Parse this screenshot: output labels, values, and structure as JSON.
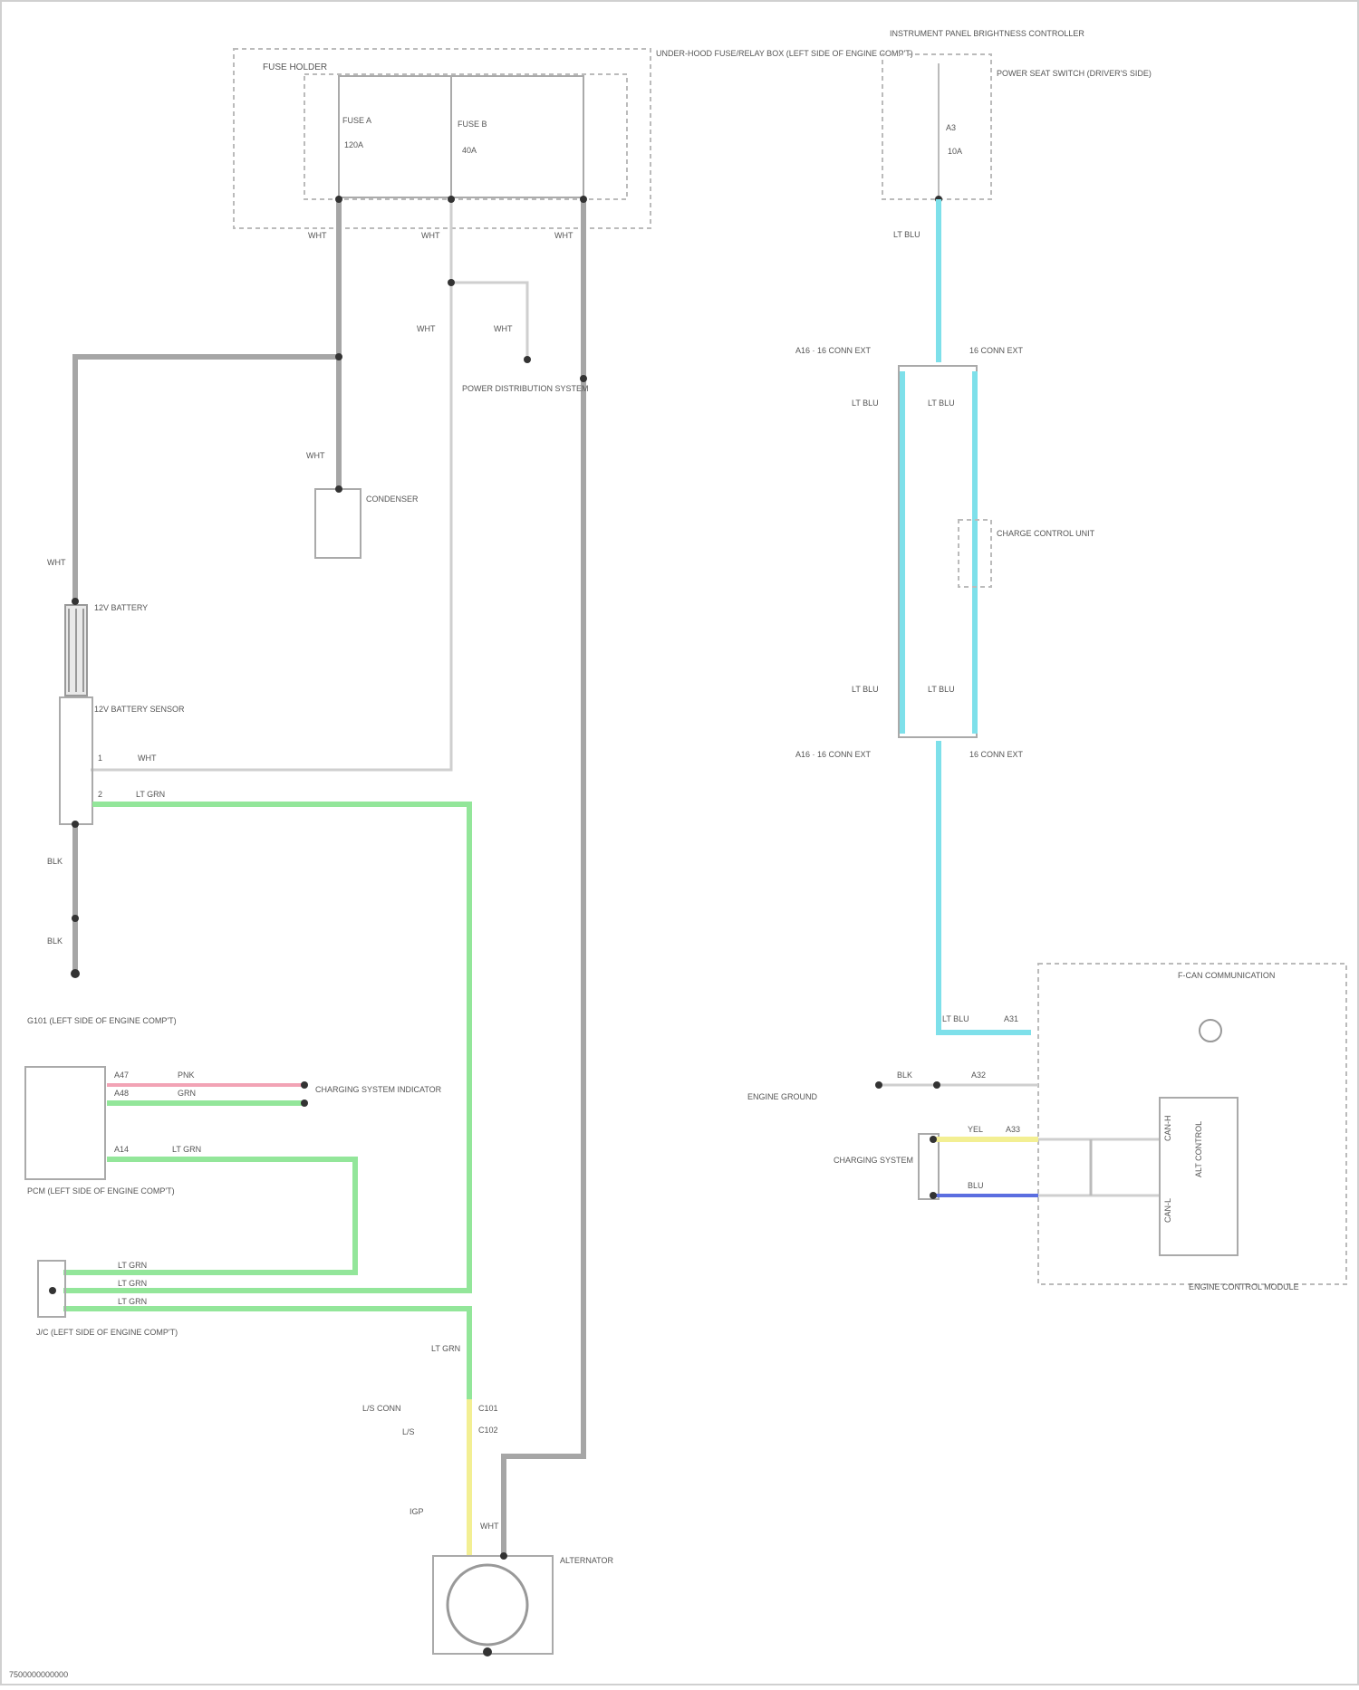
{
  "footer": {
    "code": "7500000000000"
  },
  "labels": {
    "fuse_holder": "FUSE HOLDER",
    "underhood_box": "UNDER-HOOD FUSE/RELAY BOX (LEFT SIDE OF ENGINE COMP'T)",
    "fuse_a": "FUSE A",
    "fuse_a_amp": "120A",
    "fuse_b": "FUSE B",
    "fuse_b_amp": "40A",
    "wht_top_a": "WHT",
    "wht_top_b": "WHT",
    "wht_top_c": "WHT",
    "wht_mid_a": "WHT",
    "wht_mid_b": "WHT",
    "power_dist": "POWER DISTRIBUTION SYSTEM",
    "wht_condenser": "WHT",
    "condenser": "CONDENSER",
    "wht_battery_top": "WHT",
    "battery": "12V BATTERY",
    "battery_sensor": "12V BATTERY SENSOR",
    "sensor_pin1": "1",
    "sensor_pin1_wire": "WHT",
    "sensor_pin2": "2",
    "sensor_pin2_wire": "LT GRN",
    "blk_a": "BLK",
    "blk_b": "BLK",
    "g101": "G101 (LEFT SIDE OF ENGINE COMP'T)",
    "pcm_label": "PCM (LEFT SIDE OF ENGINE COMP'T)",
    "pcm_pin_a": "A47",
    "pcm_pin_a_wire": "PNK",
    "pcm_pin_b": "A48",
    "pcm_pin_b_wire": "GRN",
    "pcm_pin_c": "A14",
    "pcm_pin_c_wire": "LT GRN",
    "pcm_dest": "CHARGING SYSTEM INDICATOR",
    "joint_label": "J/C (LEFT SIDE OF ENGINE COMP'T)",
    "joint_w1": "LT GRN",
    "joint_w2": "LT GRN",
    "joint_w3": "LT GRN",
    "lt_grn_alt": "LT GRN",
    "conn_c1": "C101",
    "conn_c2": "C102",
    "conn_left1": "L/S CONN",
    "conn_left2": "L/S",
    "alt_pin": "IGP",
    "alt_wire": "WHT",
    "alternator": "ALTERNATOR",
    "sw_top": "INSTRUMENT PANEL BRIGHTNESS CONTROLLER",
    "sw_box": "POWER SEAT SWITCH (DRIVER'S SIDE)",
    "sw_pin": "A3",
    "sw_fuse": "10A",
    "lt_blu_top": "LT BLU",
    "conn_top_left": "A16 · 16 CONN EXT",
    "conn_top_right": "16 CONN EXT",
    "lt_blu_a": "LT BLU",
    "lt_blu_b": "LT BLU",
    "lt_blu_c": "LT BLU",
    "lt_blu_d": "LT BLU",
    "resistor": "CHARGE CONTROL UNIT",
    "conn_bot_left": "A16 · 16 CONN EXT",
    "conn_bot_right": "16 CONN EXT",
    "f_can": "F-CAN COMMUNICATION",
    "lt_blu_ecm": "LT BLU",
    "blk_ecm": "BLK",
    "ecm_label": "ENGINE CONTROL MODULE",
    "ecm_pin_a": "A31",
    "ecm_pin_b": "A32",
    "ecm_pin_c": "A33",
    "yel_wire": "YEL",
    "blu_wire": "BLU",
    "g_dest": "ENGINE GROUND",
    "charging_dest": "CHARGING SYSTEM",
    "inner_box": "ALT CONTROL",
    "inner_pin_top": "CAN-H",
    "inner_pin_bot": "CAN-L"
  }
}
